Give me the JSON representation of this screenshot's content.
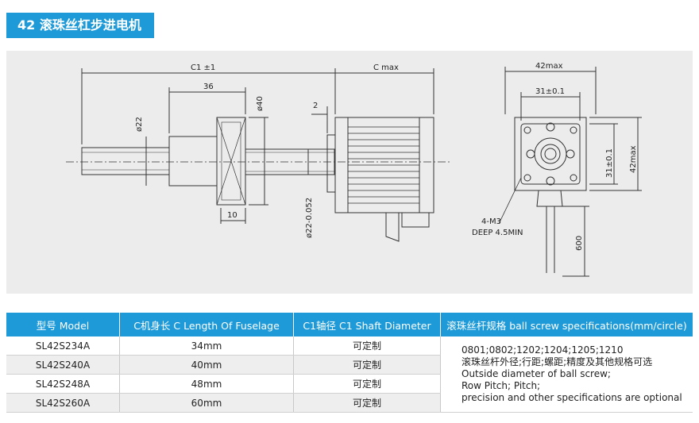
{
  "title": "42 滚珠丝杠步进电机",
  "drawing": {
    "dim_c1": "C1 ±1",
    "dim_c_max": "C  max",
    "dim_36": "36",
    "dim_40": "ø40",
    "dim_22": "ø22",
    "dim_2": "2",
    "dim_10": "10",
    "dim_shaft": "ø22-0.052",
    "dim_42_top": "42max",
    "dim_31_top": "31±0.1",
    "dim_31_side": "31±0.1",
    "dim_42_side": "42max",
    "screw_label": "4-M3",
    "depth_label": "DEEP 4.5MIN",
    "dim_600": "600"
  },
  "table": {
    "headers": [
      "型号 Model",
      "C机身长 C Length Of Fuselage",
      "C1轴径 C1 Shaft Diameter",
      "滚珠丝杆规格 ball screw specifications(mm/circle)"
    ],
    "rows": [
      {
        "model": "SL42S234A",
        "length": "34mm",
        "shaft": "可定制"
      },
      {
        "model": "SL42S240A",
        "length": "40mm",
        "shaft": "可定制"
      },
      {
        "model": "SL42S248A",
        "length": "48mm",
        "shaft": "可定制"
      },
      {
        "model": "SL42S260A",
        "length": "60mm",
        "shaft": "可定制"
      }
    ],
    "notes": [
      "0801;0802;1202;1204;1205;1210",
      "滚珠丝杆外径;行距;螺距;精度及其他规格可选",
      "Outside diameter of ball screw;",
      "Row Pitch; Pitch;",
      "precision and other specifications are optional"
    ]
  }
}
